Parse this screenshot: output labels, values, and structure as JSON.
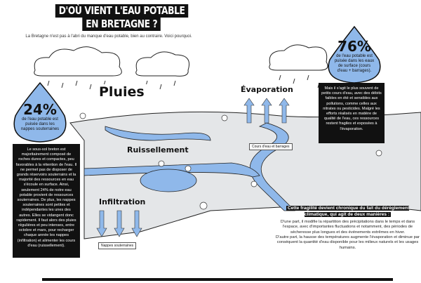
{
  "title": {
    "line1": "D'OÙ VIENT L'EAU POTABLE",
    "line2": "EN BRETAGNE ?"
  },
  "subtitle": "La Bretagne n'est pas à l'abri du manque d'eau potable, bien au contraire. Voici pourquoi.",
  "surface": {
    "percent": "76%",
    "caption": "de l'eau potable est puisée dans les eaux de surface (cours d'eau + barrages).",
    "text": "Mais il s'agit le plus souvent de petits cours d'eau, avec des débits faibles en été et sensibles aux pollutions, comme celles aux nitrates ou pesticides. Malgré les efforts réalisés en matière de qualité de l'eau, ces ressources restent fragiles et exposées à l'évaporation."
  },
  "ground": {
    "percent": "24%",
    "caption": "de l'eau potable est puisée dans les nappes souterraines",
    "text": "Le sous-sol breton est majoritairement composé de roches dures et compactes, peu favorables à la rétention de l'eau. Il ne permet pas de disposer de grands réservoirs souterrains et la majorité des ressources en eau s'écoule en surface. Ainsi, seulement 24% de notre eau potable provient de ressources souterraines. De plus, les nappes souterraines sont petites et indépendantes les unes des autres. Elles se vidangent donc rapidement. Il faut alors des pluies régulières et peu intenses, entre octobre et mars, pour recharger chaque année les nappes (infiltration) et alimenter les cours d'eau (ruissellement)."
  },
  "labels": {
    "rain": "Pluies",
    "evaporation": "Évaporation",
    "runoff": "Ruissellement",
    "infiltration": "Infiltration",
    "rivers": "Cours d'eau et barrages",
    "aquifers": "Nappes souterraines"
  },
  "note": {
    "headline": "Cette fragilité devient chronique du fait du dérèglement climatique, qui agit de deux manières :",
    "p1": "D'une part, il modifie la répartition des précipitations dans le temps et dans l'espace, avec d'importantes fluctuations et notamment, des périodes de sécheresse plus longues et des événements extrêmes en hiver.",
    "p2": "D'autre part, la hausse des températures augmente l'évaporation et diminue par conséquent la quantité d'eau disponible pour les milieux naturels et les usages humains."
  },
  "colors": {
    "water": "#8fb8ea",
    "land": "#e6e8ea",
    "ink": "#111111"
  }
}
